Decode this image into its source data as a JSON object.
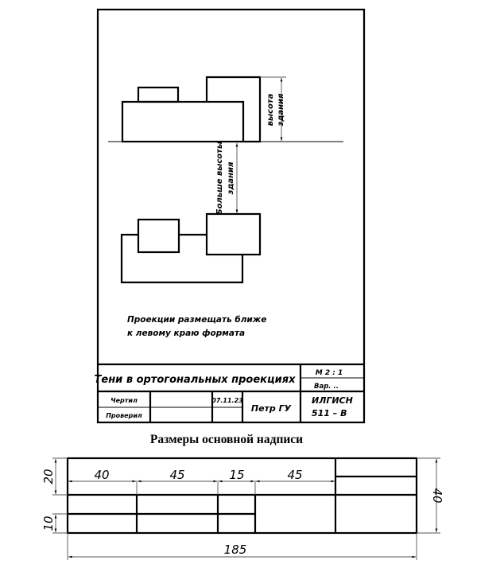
{
  "drawing_sheet": {
    "label_building_height": [
      "высота",
      "здания"
    ],
    "label_more_than_height": [
      "Больше высоты",
      "здания"
    ],
    "note": [
      "Проекции размещать ближе",
      "к левому краю формата"
    ]
  },
  "title_block": {
    "title": "Тени в ортогональных проекциях",
    "scale": "М 2 : 1",
    "variant": "Вар. ..",
    "drew_label": "Чертил",
    "checked_label": "Проверил",
    "date": "07.11.23",
    "author": "Петр ГУ",
    "group_line1": "ИЛГИСН",
    "group_line2": "511 – В"
  },
  "caption": "Размеры основной надписи",
  "dimensions_scheme": {
    "height_top": "20",
    "height_rows": "10",
    "col1": "40",
    "col2": "45",
    "col3": "15",
    "col4": "45",
    "total_height": "40",
    "total_width": "185"
  }
}
